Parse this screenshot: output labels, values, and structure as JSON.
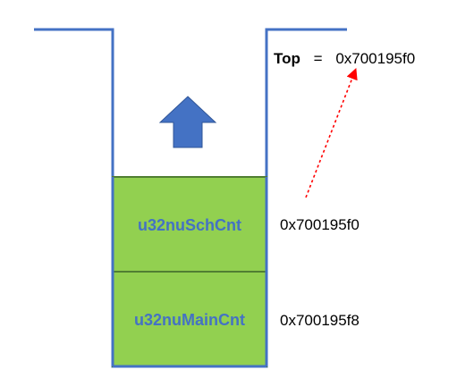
{
  "stack": {
    "cells": [
      {
        "label": "u32nuSchCnt",
        "address": "0x700195f0"
      },
      {
        "label": "u32nuMainCnt",
        "address": "0x700195f8"
      }
    ],
    "top_pointer": {
      "keyword": "Top",
      "operator": "=",
      "value": "0x700195f0"
    }
  },
  "colors": {
    "stack_wall": "#4472c4",
    "cell_fill": "#92d050",
    "cell_border": "#507e32",
    "cell_text": "#4472c4",
    "arrow_fill": "#4472c4",
    "pointer_line": "#ff0000",
    "text": "#000000"
  },
  "icons": {
    "push_direction": "up-arrow-icon"
  }
}
